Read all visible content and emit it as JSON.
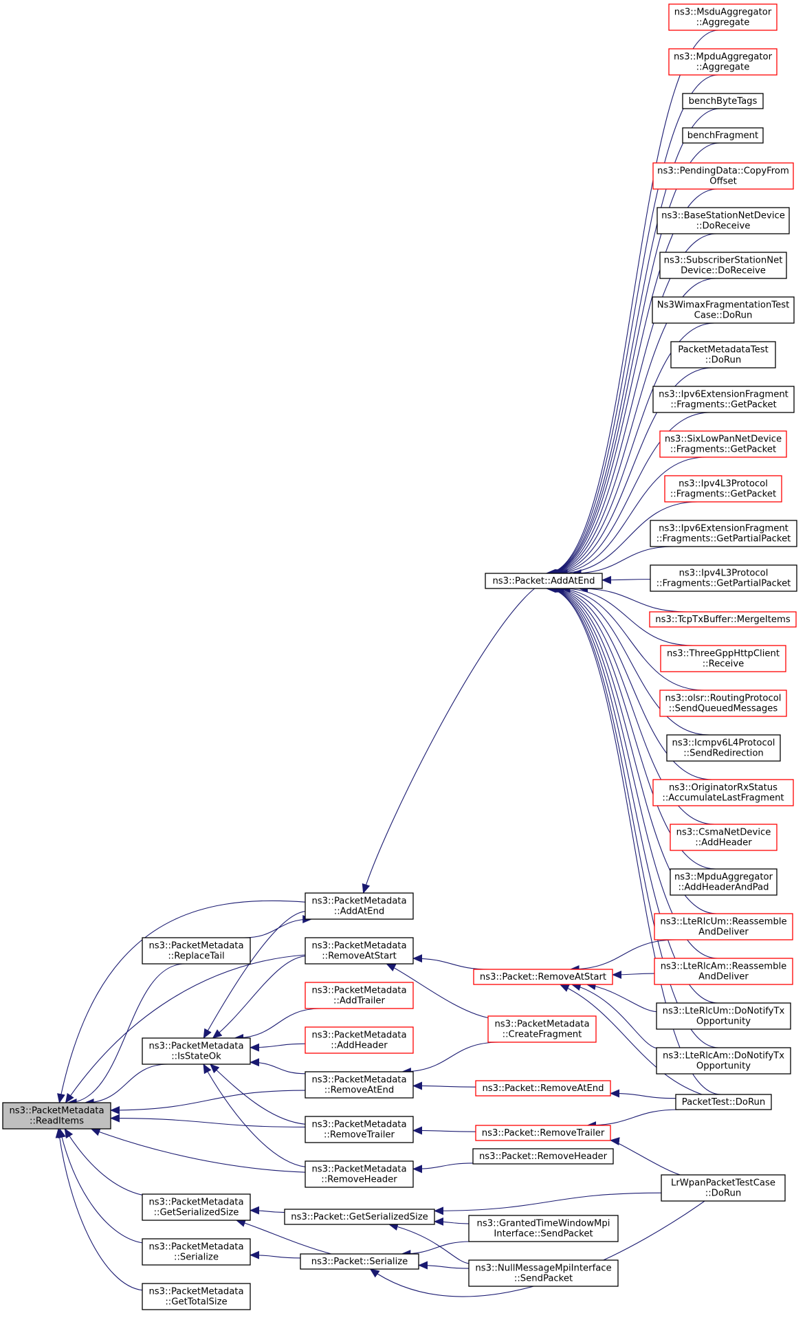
{
  "colors": {
    "edge": "#191970",
    "border_normal": "#000000",
    "border_truncated": "#ff0000",
    "fill_focus": "#bfbfbf",
    "fill_normal": "#ffffff"
  },
  "nodes": [
    {
      "id": "readitems",
      "lines": [
        "ns3::PacketMetadata",
        "::ReadItems"
      ],
      "style": "focus"
    },
    {
      "id": "pm_addatend",
      "lines": [
        "ns3::PacketMetadata",
        "::AddAtEnd"
      ],
      "style": "normal"
    },
    {
      "id": "pm_replacetail",
      "lines": [
        "ns3::PacketMetadata",
        "::ReplaceTail"
      ],
      "style": "normal"
    },
    {
      "id": "pm_removeatstart",
      "lines": [
        "ns3::PacketMetadata",
        "::RemoveAtStart"
      ],
      "style": "normal"
    },
    {
      "id": "pm_addtrailer",
      "lines": [
        "ns3::PacketMetadata",
        "::AddTrailer"
      ],
      "style": "red"
    },
    {
      "id": "pm_addheader",
      "lines": [
        "ns3::PacketMetadata",
        "::AddHeader"
      ],
      "style": "red"
    },
    {
      "id": "pm_isstateok",
      "lines": [
        "ns3::PacketMetadata",
        "::IsStateOk"
      ],
      "style": "normal"
    },
    {
      "id": "pm_removeatend",
      "lines": [
        "ns3::PacketMetadata",
        "::RemoveAtEnd"
      ],
      "style": "normal"
    },
    {
      "id": "pm_removetrailer",
      "lines": [
        "ns3::PacketMetadata",
        "::RemoveTrailer"
      ],
      "style": "normal"
    },
    {
      "id": "pm_removeheader",
      "lines": [
        "ns3::PacketMetadata",
        "::RemoveHeader"
      ],
      "style": "normal"
    },
    {
      "id": "pm_getserializedsize",
      "lines": [
        "ns3::PacketMetadata",
        "::GetSerializedSize"
      ],
      "style": "normal"
    },
    {
      "id": "pm_serialize",
      "lines": [
        "ns3::PacketMetadata",
        "::Serialize"
      ],
      "style": "normal"
    },
    {
      "id": "pm_gettotalsize",
      "lines": [
        "ns3::PacketMetadata",
        "::GetTotalSize"
      ],
      "style": "normal"
    },
    {
      "id": "p_addatend",
      "lines": [
        "ns3::Packet::AddAtEnd"
      ],
      "style": "normal"
    },
    {
      "id": "p_removeatstart",
      "lines": [
        "ns3::Packet::RemoveAtStart"
      ],
      "style": "red"
    },
    {
      "id": "pm_createfragment",
      "lines": [
        "ns3::PacketMetadata",
        "::CreateFragment"
      ],
      "style": "red"
    },
    {
      "id": "p_removeatend",
      "lines": [
        "ns3::Packet::RemoveAtEnd"
      ],
      "style": "red"
    },
    {
      "id": "p_removetrailer",
      "lines": [
        "ns3::Packet::RemoveTrailer"
      ],
      "style": "red"
    },
    {
      "id": "p_removeheader",
      "lines": [
        "ns3::Packet::RemoveHeader"
      ],
      "style": "normal"
    },
    {
      "id": "p_getserializedsize",
      "lines": [
        "ns3::Packet::GetSerializedSize"
      ],
      "style": "normal"
    },
    {
      "id": "p_serialize",
      "lines": [
        "ns3::Packet::Serialize"
      ],
      "style": "normal"
    },
    {
      "id": "msdu",
      "lines": [
        "ns3::MsduAggregator",
        "::Aggregate"
      ],
      "style": "red"
    },
    {
      "id": "mpdu",
      "lines": [
        "ns3::MpduAggregator",
        "::Aggregate"
      ],
      "style": "red"
    },
    {
      "id": "benchbytetags",
      "lines": [
        "benchByteTags"
      ],
      "style": "normal"
    },
    {
      "id": "benchfragment",
      "lines": [
        "benchFragment"
      ],
      "style": "normal"
    },
    {
      "id": "pendingdata",
      "lines": [
        "ns3::PendingData::CopyFrom",
        "Offset"
      ],
      "style": "red"
    },
    {
      "id": "basestation",
      "lines": [
        "ns3::BaseStationNetDevice",
        "::DoReceive"
      ],
      "style": "normal"
    },
    {
      "id": "subscriber",
      "lines": [
        "ns3::SubscriberStationNet",
        "Device::DoReceive"
      ],
      "style": "normal"
    },
    {
      "id": "wimaxfrag",
      "lines": [
        "Ns3WimaxFragmentationTest",
        "Case::DoRun"
      ],
      "style": "normal"
    },
    {
      "id": "pmtest",
      "lines": [
        "PacketMetadataTest",
        "::DoRun"
      ],
      "style": "normal"
    },
    {
      "id": "ipv6frag_get",
      "lines": [
        "ns3::Ipv6ExtensionFragment",
        "::Fragments::GetPacket"
      ],
      "style": "normal"
    },
    {
      "id": "sixlowpan",
      "lines": [
        "ns3::SixLowPanNetDevice",
        "::Fragments::GetPacket"
      ],
      "style": "red"
    },
    {
      "id": "ipv4l3_get",
      "lines": [
        "ns3::Ipv4L3Protocol",
        "::Fragments::GetPacket"
      ],
      "style": "red"
    },
    {
      "id": "ipv6frag_partial",
      "lines": [
        "ns3::Ipv6ExtensionFragment",
        "::Fragments::GetPartialPacket"
      ],
      "style": "normal"
    },
    {
      "id": "ipv4l3_partial",
      "lines": [
        "ns3::Ipv4L3Protocol",
        "::Fragments::GetPartialPacket"
      ],
      "style": "normal"
    },
    {
      "id": "tcptx",
      "lines": [
        "ns3::TcpTxBuffer::MergeItems"
      ],
      "style": "red"
    },
    {
      "id": "threegpp",
      "lines": [
        "ns3::ThreeGppHttpClient",
        "::Receive"
      ],
      "style": "red"
    },
    {
      "id": "olsr",
      "lines": [
        "ns3::olsr::RoutingProtocol",
        "::SendQueuedMessages"
      ],
      "style": "red"
    },
    {
      "id": "icmpv6",
      "lines": [
        "ns3::Icmpv6L4Protocol",
        "::SendRedirection"
      ],
      "style": "normal"
    },
    {
      "id": "originator",
      "lines": [
        "ns3::OriginatorRxStatus",
        "::AccumulateLastFragment"
      ],
      "style": "red"
    },
    {
      "id": "csma",
      "lines": [
        "ns3::CsmaNetDevice",
        "::AddHeader"
      ],
      "style": "red"
    },
    {
      "id": "mpdu_pad",
      "lines": [
        "ns3::MpduAggregator",
        "::AddHeaderAndPad"
      ],
      "style": "normal"
    },
    {
      "id": "lterlcum_reas",
      "lines": [
        "ns3::LteRlcUm::Reassemble",
        "AndDeliver"
      ],
      "style": "red"
    },
    {
      "id": "lterlcam_reas",
      "lines": [
        "ns3::LteRlcAm::Reassemble",
        "AndDeliver"
      ],
      "style": "red"
    },
    {
      "id": "lterlcum_notify",
      "lines": [
        "ns3::LteRlcUm::DoNotifyTx",
        "Opportunity"
      ],
      "style": "normal"
    },
    {
      "id": "lterlcam_notify",
      "lines": [
        "ns3::LteRlcAm::DoNotifyTx",
        "Opportunity"
      ],
      "style": "normal"
    },
    {
      "id": "packettest",
      "lines": [
        "PacketTest::DoRun"
      ],
      "style": "normal"
    },
    {
      "id": "lrwpan",
      "lines": [
        "LrWpanPacketTestCase",
        "::DoRun"
      ],
      "style": "normal"
    },
    {
      "id": "granted",
      "lines": [
        "ns3::GrantedTimeWindowMpi",
        "Interface::SendPacket"
      ],
      "style": "normal"
    },
    {
      "id": "nullmsg",
      "lines": [
        "ns3::NullMessageMpiInterface",
        "::SendPacket"
      ],
      "style": "normal"
    }
  ],
  "edges": [
    [
      "pm_addatend",
      "readitems"
    ],
    [
      "pm_replacetail",
      "readitems"
    ],
    [
      "pm_removeatstart",
      "readitems"
    ],
    [
      "pm_isstateok",
      "readitems"
    ],
    [
      "pm_removeatend",
      "readitems"
    ],
    [
      "pm_removetrailer",
      "readitems"
    ],
    [
      "pm_removeheader",
      "readitems"
    ],
    [
      "pm_getserializedsize",
      "readitems"
    ],
    [
      "pm_serialize",
      "readitems"
    ],
    [
      "pm_gettotalsize",
      "readitems"
    ],
    [
      "pm_addatend",
      "pm_isstateok"
    ],
    [
      "pm_removeatstart",
      "pm_isstateok"
    ],
    [
      "pm_addtrailer",
      "pm_isstateok"
    ],
    [
      "pm_addheader",
      "pm_isstateok"
    ],
    [
      "pm_removeatend",
      "pm_isstateok"
    ],
    [
      "pm_removetrailer",
      "pm_isstateok"
    ],
    [
      "pm_removeheader",
      "pm_isstateok"
    ],
    [
      "pm_replacetail",
      "pm_addatend"
    ],
    [
      "p_addatend",
      "pm_addatend"
    ],
    [
      "p_removeatstart",
      "pm_removeatstart"
    ],
    [
      "pm_createfragment",
      "pm_removeatstart"
    ],
    [
      "pm_createfragment",
      "pm_removeatend"
    ],
    [
      "p_removeatend",
      "pm_removeatend"
    ],
    [
      "p_removetrailer",
      "pm_removetrailer"
    ],
    [
      "p_removeheader",
      "pm_removeheader"
    ],
    [
      "p_getserializedsize",
      "pm_getserializedsize"
    ],
    [
      "p_serialize",
      "pm_getserializedsize"
    ],
    [
      "p_serialize",
      "pm_serialize"
    ],
    [
      "msdu",
      "p_addatend"
    ],
    [
      "mpdu",
      "p_addatend"
    ],
    [
      "benchbytetags",
      "p_addatend"
    ],
    [
      "benchfragment",
      "p_addatend"
    ],
    [
      "pendingdata",
      "p_addatend"
    ],
    [
      "basestation",
      "p_addatend"
    ],
    [
      "subscriber",
      "p_addatend"
    ],
    [
      "wimaxfrag",
      "p_addatend"
    ],
    [
      "pmtest",
      "p_addatend"
    ],
    [
      "ipv6frag_get",
      "p_addatend"
    ],
    [
      "sixlowpan",
      "p_addatend"
    ],
    [
      "ipv4l3_get",
      "p_addatend"
    ],
    [
      "ipv6frag_partial",
      "p_addatend"
    ],
    [
      "ipv4l3_partial",
      "p_addatend"
    ],
    [
      "tcptx",
      "p_addatend"
    ],
    [
      "threegpp",
      "p_addatend"
    ],
    [
      "olsr",
      "p_addatend"
    ],
    [
      "icmpv6",
      "p_addatend"
    ],
    [
      "originator",
      "p_addatend"
    ],
    [
      "csma",
      "p_addatend"
    ],
    [
      "mpdu_pad",
      "p_addatend"
    ],
    [
      "lterlcum_reas",
      "p_addatend"
    ],
    [
      "lterlcam_reas",
      "p_addatend"
    ],
    [
      "lterlcum_notify",
      "p_addatend"
    ],
    [
      "lterlcam_notify",
      "p_addatend"
    ],
    [
      "packettest",
      "p_addatend"
    ],
    [
      "lterlcum_reas",
      "p_removeatstart"
    ],
    [
      "lterlcam_reas",
      "p_removeatstart"
    ],
    [
      "lterlcum_notify",
      "p_removeatstart"
    ],
    [
      "lterlcam_notify",
      "p_removeatstart"
    ],
    [
      "packettest",
      "p_removeatstart"
    ],
    [
      "packettest",
      "p_removeatend"
    ],
    [
      "packettest",
      "p_removetrailer"
    ],
    [
      "lrwpan",
      "p_removetrailer"
    ],
    [
      "lrwpan",
      "p_getserializedsize"
    ],
    [
      "granted",
      "p_getserializedsize"
    ],
    [
      "nullmsg",
      "p_getserializedsize"
    ],
    [
      "granted",
      "p_serialize"
    ],
    [
      "nullmsg",
      "p_serialize"
    ],
    [
      "lrwpan",
      "p_serialize"
    ]
  ]
}
